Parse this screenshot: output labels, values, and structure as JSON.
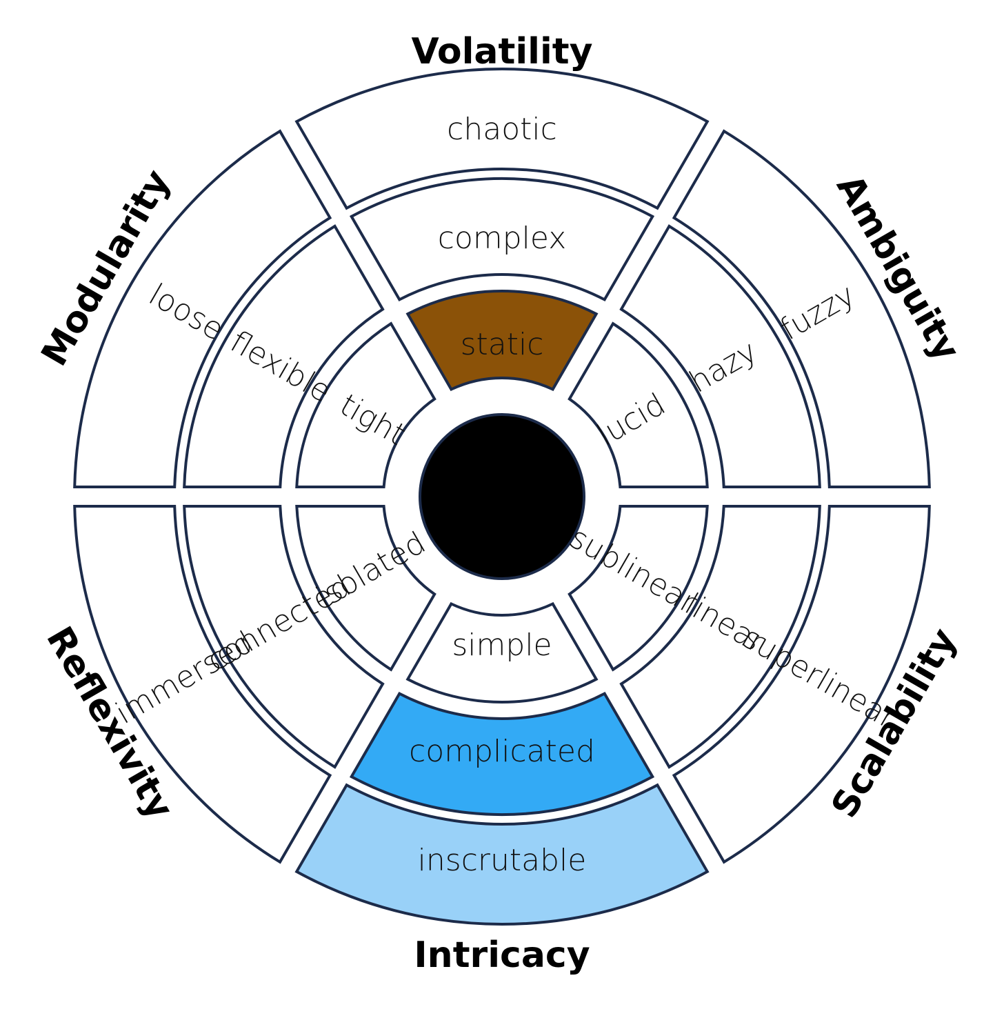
{
  "colors": {
    "outline": "#1c2b4a",
    "default_fill": "#ffffff",
    "hub_fill": "#000000",
    "text": "#111111",
    "light_text": "#ffffff"
  },
  "dimensions": [
    {
      "name": "Volatility",
      "levels": [
        {
          "label": "static",
          "fill": "#8b5208",
          "text_color": "#ffffff"
        },
        {
          "label": "complex",
          "fill": "#ffffff",
          "text_color": "#111111"
        },
        {
          "label": "chaotic",
          "fill": "#ffffff",
          "text_color": "#111111"
        }
      ]
    },
    {
      "name": "Ambiguity",
      "levels": [
        {
          "label": "lucid",
          "fill": "#ffffff",
          "text_color": "#111111"
        },
        {
          "label": "hazy",
          "fill": "#ffffff",
          "text_color": "#111111"
        },
        {
          "label": "fuzzy",
          "fill": "#ffffff",
          "text_color": "#111111"
        }
      ]
    },
    {
      "name": "Scalability",
      "levels": [
        {
          "label": "sublinear",
          "fill": "#ffffff",
          "text_color": "#111111"
        },
        {
          "label": "linear",
          "fill": "#ffffff",
          "text_color": "#111111"
        },
        {
          "label": "superlinear",
          "fill": "#ffffff",
          "text_color": "#111111"
        }
      ]
    },
    {
      "name": "Intricacy",
      "levels": [
        {
          "label": "simple",
          "fill": "#ffffff",
          "text_color": "#111111"
        },
        {
          "label": "complicated",
          "fill": "#33aaf5",
          "text_color": "#ffffff"
        },
        {
          "label": "inscrutable",
          "fill": "#99d1f8",
          "text_color": "#111111"
        }
      ]
    },
    {
      "name": "Reflexivity",
      "levels": [
        {
          "label": "isolated",
          "fill": "#ffffff",
          "text_color": "#111111"
        },
        {
          "label": "connected",
          "fill": "#ffffff",
          "text_color": "#111111"
        },
        {
          "label": "immersed",
          "fill": "#ffffff",
          "text_color": "#111111"
        }
      ]
    },
    {
      "name": "Modularity",
      "levels": [
        {
          "label": "tight",
          "fill": "#ffffff",
          "text_color": "#111111"
        },
        {
          "label": "flexible",
          "fill": "#ffffff",
          "text_color": "#111111"
        },
        {
          "label": "loose",
          "fill": "#ffffff",
          "text_color": "#111111"
        }
      ]
    }
  ]
}
